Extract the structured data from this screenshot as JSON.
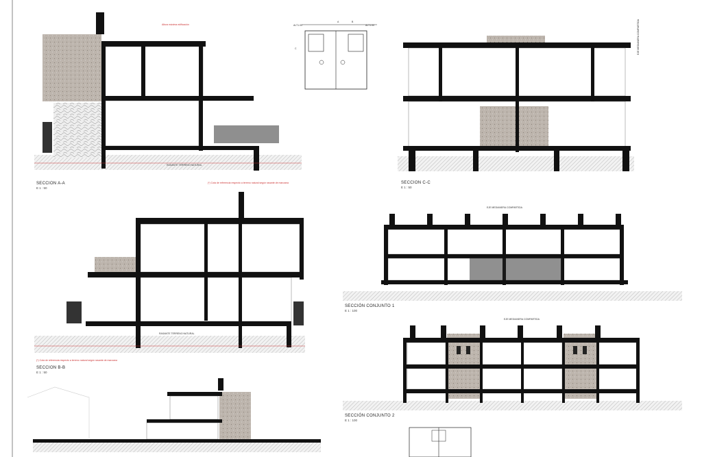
{
  "sheet": {
    "sections": [
      {
        "title": "SECCION A-A",
        "scale": "E 1 : 50",
        "note": "(*) Cota de referencia respecto a terreno natural según rasante de manzana",
        "ground_label": "RASANTE TERRENO NATURAL",
        "top_note": "Altura máxima edificación"
      },
      {
        "title": "SECCION C-C",
        "scale": "E 1 : 50",
        "axis_label": "EJE MEDIANERA COMPARTIDA"
      },
      {
        "title": "SECCION B-B",
        "scale": "E 1 : 50",
        "note": "(*) Cota de referencia respecto a terreno natural según rasante de manzana",
        "ground_label": "RASANTE TERRENO NATURAL"
      },
      {
        "title": "SECCIÓN CONJUNTO 1",
        "scale": "E 1 : 100",
        "axis_label": "EJE MEDIANERA COMPARTIDA"
      },
      {
        "title": "SECCIÓN CONJUNTO 2",
        "scale": "E 1 : 100",
        "axis_label": "EJE MEDIANERA COMPARTIDA"
      }
    ],
    "key_plan": {
      "level_left": "ALT1.00",
      "level_right": "ALT1.00",
      "cut_a": "A",
      "cut_b": "B",
      "cut_c": "C"
    },
    "colors": {
      "line": "#111111",
      "stone": "#b8b0a8",
      "annotation": "#cc3333"
    }
  }
}
